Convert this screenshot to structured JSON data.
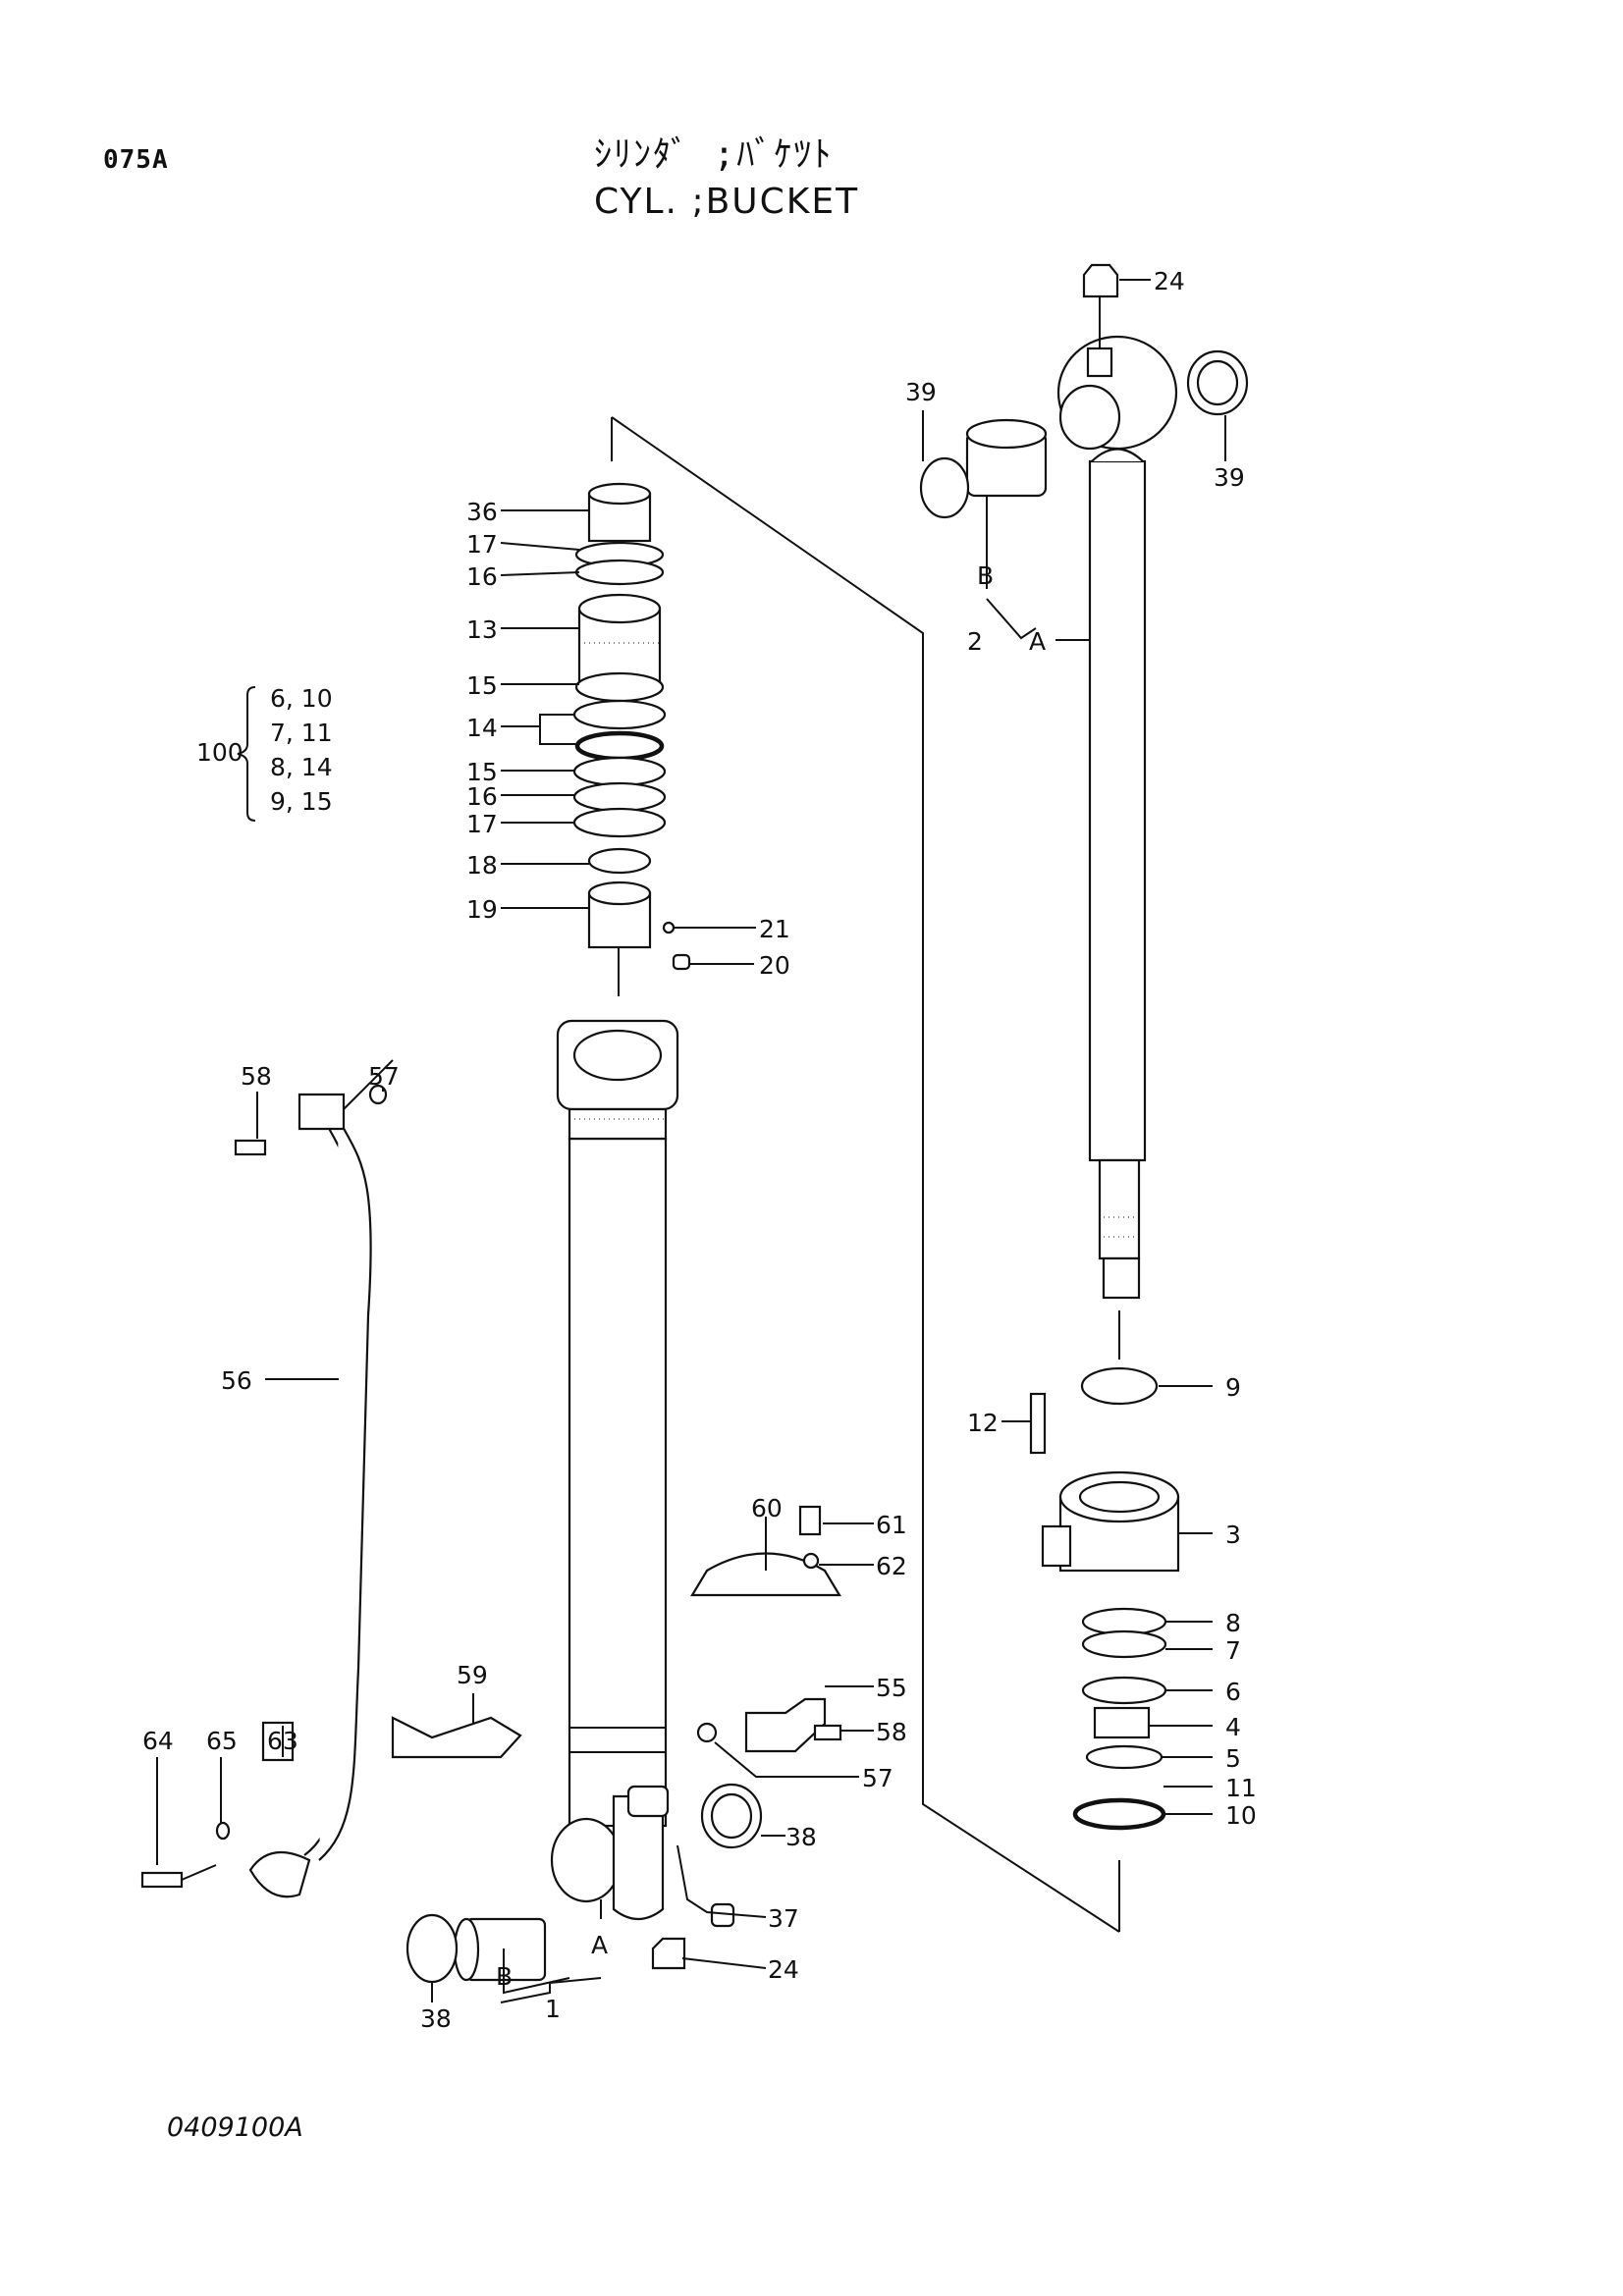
{
  "header": {
    "page_code": "075A",
    "title_jp": "ｼﾘﾝﾀﾞ ;ﾊﾞｹﾂﾄ",
    "title_en": "CYL. ;BUCKET"
  },
  "footer": {
    "drawing_number": "0409100A"
  },
  "kit": {
    "number": "100",
    "rows": [
      "6, 10",
      "7, 11",
      "8, 14",
      "9, 15"
    ]
  },
  "callouts": [
    {
      "id": "c24t",
      "label": "24"
    },
    {
      "id": "c39l",
      "label": "39"
    },
    {
      "id": "c39r",
      "label": "39"
    },
    {
      "id": "cBr",
      "label": "B"
    },
    {
      "id": "c2",
      "label": "2"
    },
    {
      "id": "cAr",
      "label": "A"
    },
    {
      "id": "c36",
      "label": "36"
    },
    {
      "id": "c17a",
      "label": "17"
    },
    {
      "id": "c16a",
      "label": "16"
    },
    {
      "id": "c13",
      "label": "13"
    },
    {
      "id": "c15a",
      "label": "15"
    },
    {
      "id": "c14",
      "label": "14"
    },
    {
      "id": "c15b",
      "label": "15"
    },
    {
      "id": "c16b",
      "label": "16"
    },
    {
      "id": "c17b",
      "label": "17"
    },
    {
      "id": "c18",
      "label": "18"
    },
    {
      "id": "c19",
      "label": "19"
    },
    {
      "id": "c21",
      "label": "21"
    },
    {
      "id": "c20",
      "label": "20"
    },
    {
      "id": "c58a",
      "label": "58"
    },
    {
      "id": "c57a",
      "label": "57"
    },
    {
      "id": "c56",
      "label": "56"
    },
    {
      "id": "c9",
      "label": "9"
    },
    {
      "id": "c12",
      "label": "12"
    },
    {
      "id": "c3",
      "label": "3"
    },
    {
      "id": "c60",
      "label": "60"
    },
    {
      "id": "c61",
      "label": "61"
    },
    {
      "id": "c62",
      "label": "62"
    },
    {
      "id": "c8",
      "label": "8"
    },
    {
      "id": "c7",
      "label": "7"
    },
    {
      "id": "c6",
      "label": "6"
    },
    {
      "id": "c55",
      "label": "55"
    },
    {
      "id": "c58b",
      "label": "58"
    },
    {
      "id": "c4",
      "label": "4"
    },
    {
      "id": "c5",
      "label": "5"
    },
    {
      "id": "c59",
      "label": "59"
    },
    {
      "id": "c64",
      "label": "64"
    },
    {
      "id": "c65",
      "label": "65"
    },
    {
      "id": "c63",
      "label": "63"
    },
    {
      "id": "c57b",
      "label": "57"
    },
    {
      "id": "c11",
      "label": "11"
    },
    {
      "id": "c10",
      "label": "10"
    },
    {
      "id": "c38r",
      "label": "38"
    },
    {
      "id": "c37",
      "label": "37"
    },
    {
      "id": "cAl",
      "label": "A"
    },
    {
      "id": "c24b",
      "label": "24"
    },
    {
      "id": "cBl",
      "label": "B"
    },
    {
      "id": "c38l",
      "label": "38"
    },
    {
      "id": "c1",
      "label": "1"
    }
  ]
}
